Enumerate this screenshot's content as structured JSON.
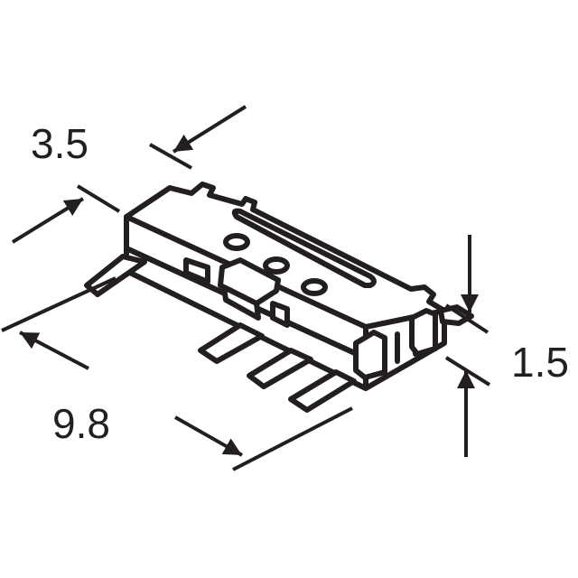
{
  "dimensions": {
    "width": "3.5",
    "height": "1.5",
    "length": "9.8"
  },
  "colors": {
    "line": "#231f20",
    "background": "#ffffff"
  },
  "icons": {
    "arrow": "filled-triangle-arrowhead"
  }
}
